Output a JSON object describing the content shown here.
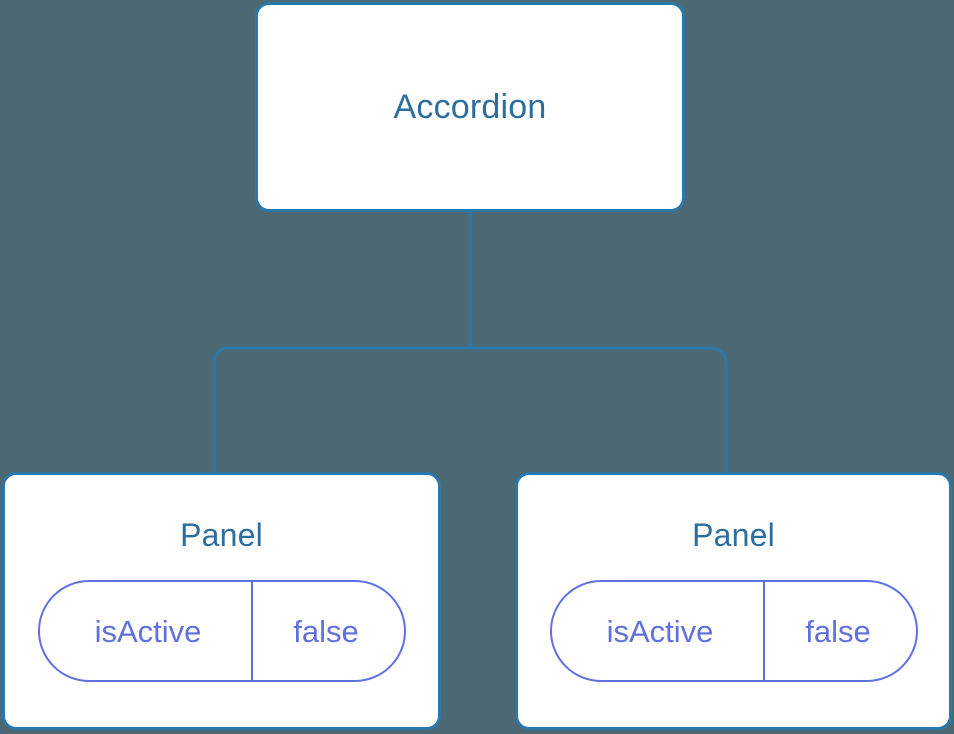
{
  "diagram": {
    "type": "component-tree",
    "background_color": "#4c6873",
    "node_border_color": "#2a77ab",
    "node_title_color": "#2c6e9e",
    "prop_accent_color": "#6070e0",
    "connector_color": "#2a77ab",
    "root": {
      "title": "Accordion"
    },
    "children": [
      {
        "title": "Panel",
        "prop": {
          "key": "isActive",
          "value": "false"
        }
      },
      {
        "title": "Panel",
        "prop": {
          "key": "isActive",
          "value": "false"
        }
      }
    ]
  }
}
